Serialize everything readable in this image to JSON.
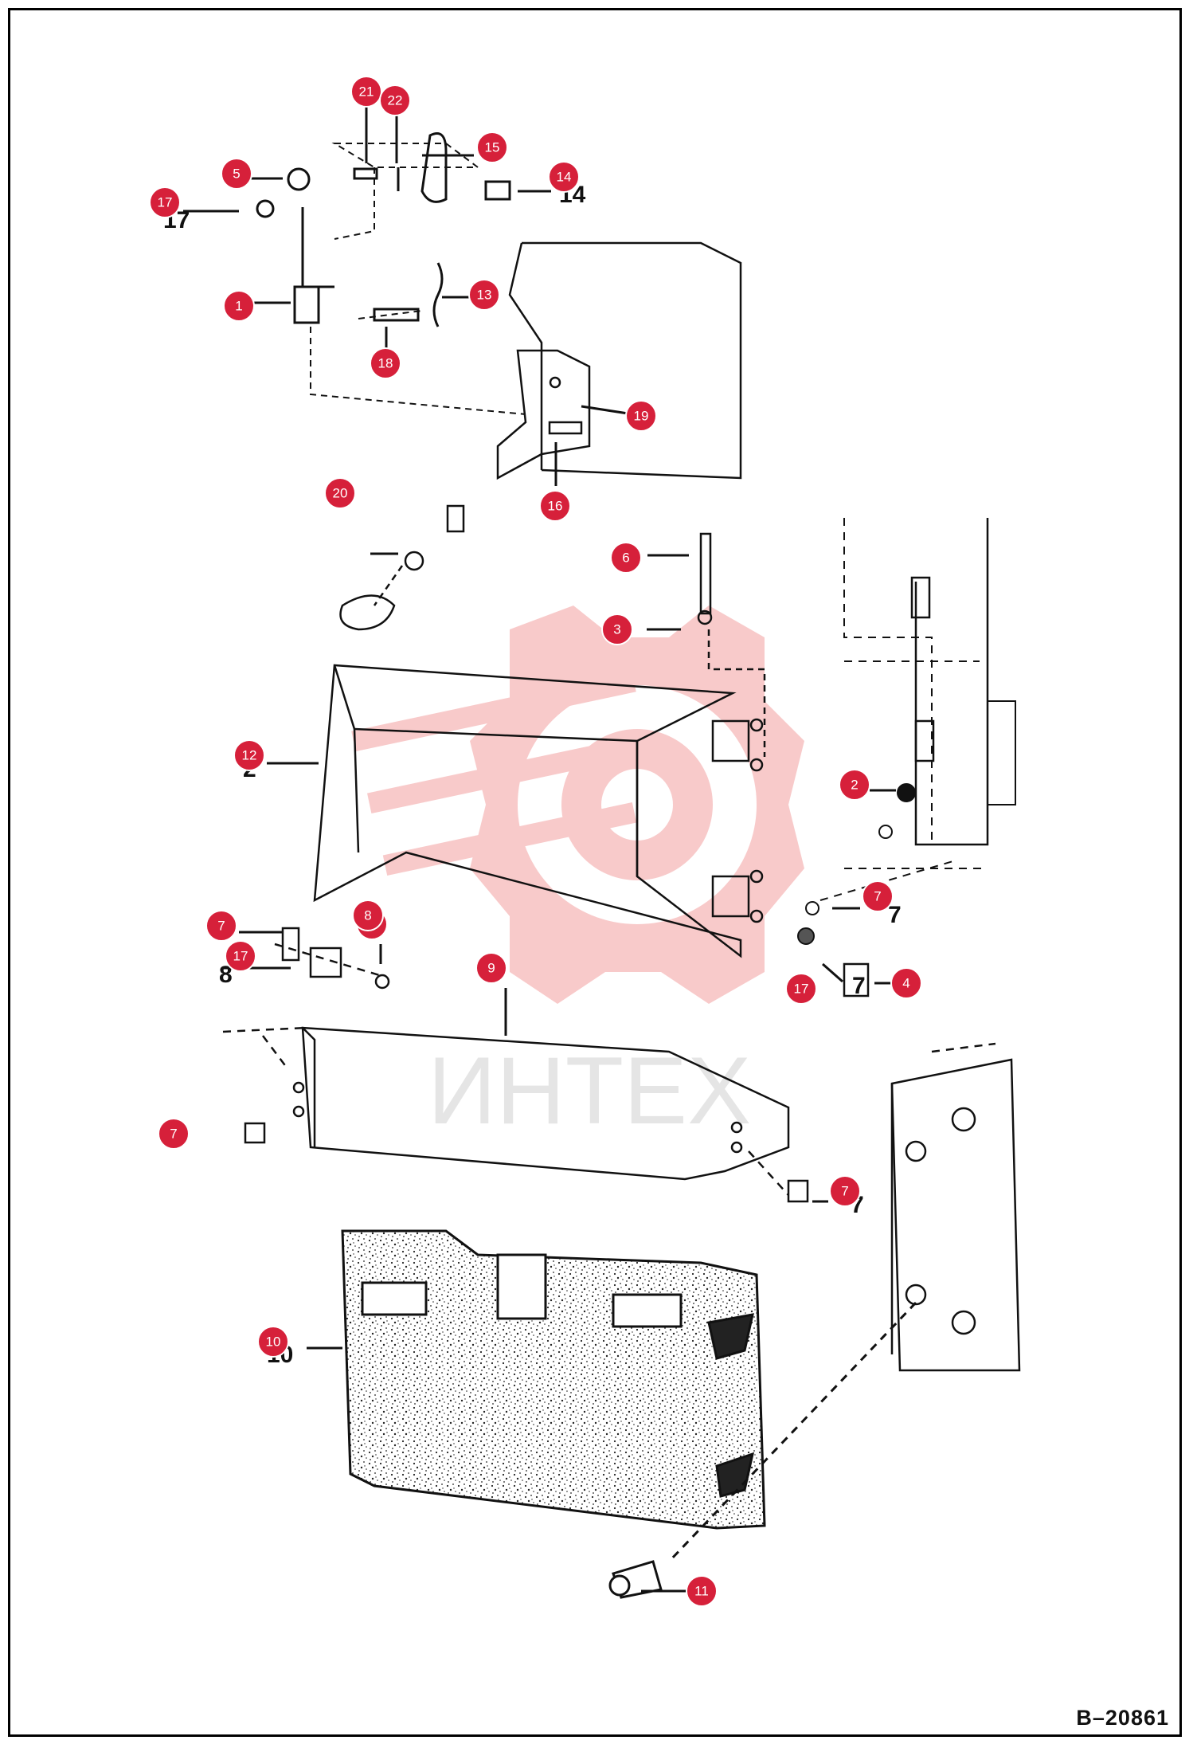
{
  "diagram": {
    "drawing_id": "B–20861",
    "watermark": "ИНТЕХ",
    "callout_color": "#d6203a",
    "callouts": [
      {
        "n": "21"
      },
      {
        "n": "22"
      },
      {
        "n": "15"
      },
      {
        "n": "14"
      },
      {
        "n": "5"
      },
      {
        "n": "17"
      },
      {
        "n": "1"
      },
      {
        "n": "13"
      },
      {
        "n": "18"
      },
      {
        "n": "19"
      },
      {
        "n": "16"
      },
      {
        "n": "20"
      },
      {
        "n": "6"
      },
      {
        "n": "3"
      },
      {
        "n": "12"
      },
      {
        "n": "2"
      },
      {
        "n": "17"
      },
      {
        "n": "7"
      },
      {
        "n": "7"
      },
      {
        "n": "17"
      },
      {
        "n": "8"
      },
      {
        "n": "9"
      },
      {
        "n": "17"
      },
      {
        "n": "4"
      },
      {
        "n": "7"
      },
      {
        "n": "7"
      },
      {
        "n": "10"
      },
      {
        "n": "11"
      }
    ]
  }
}
